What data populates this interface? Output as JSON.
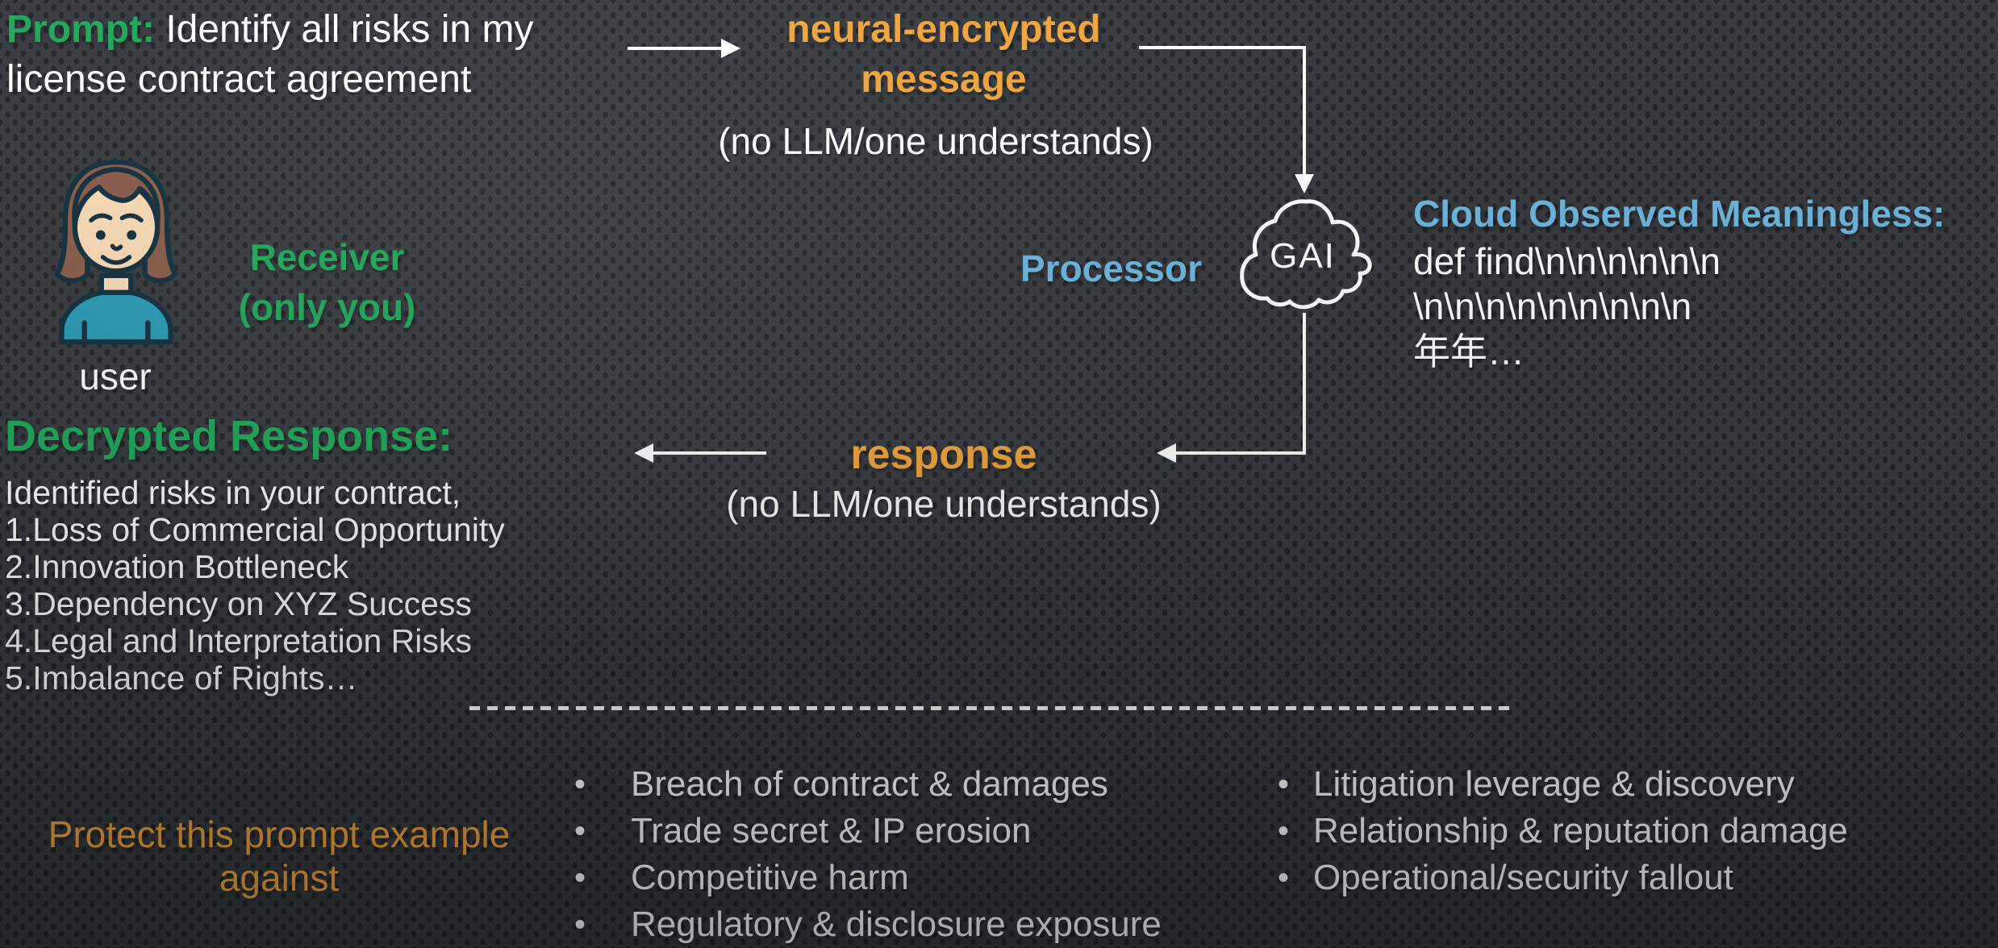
{
  "colors": {
    "background": "#383c41",
    "green_accent": "#1FA95B",
    "orange_accent": "#F0A53C",
    "blue_accent": "#6FB6DE",
    "text_white": "#FFFFFF",
    "avatar_outline": "#14303E",
    "avatar_hair": "#8A5D4B",
    "avatar_skin": "#FBDCB6",
    "avatar_shirt": "#2A9BB5"
  },
  "prompt": {
    "label": "Prompt:",
    "line1_rest": " Identify all risks in my",
    "line2": "license contract agreement"
  },
  "encrypted_message": {
    "title_line1": "neural-encrypted",
    "title_line2": "message",
    "note": "(no LLM/one understands)"
  },
  "receiver": {
    "line1": "Receiver",
    "line2": "(only you)",
    "user_label": "user"
  },
  "processor": {
    "label": "Processor",
    "cloud_text": "GAI"
  },
  "cloud_observed": {
    "title": "Cloud Observed Meaningless:",
    "lines": [
      "def find\\n\\n\\n\\n\\n\\n",
      "\\n\\n\\n\\n\\n\\n\\n\\n\\n",
      "年年…"
    ]
  },
  "decrypted": {
    "title": "Decrypted Response:",
    "lines": [
      "Identified risks in your contract,",
      "1.Loss of Commercial Opportunity",
      "2.Innovation Bottleneck",
      "3.Dependency on XYZ Success",
      "4.Legal and Interpretation Risks",
      "5.Imbalance of Rights…"
    ]
  },
  "response": {
    "title": "response",
    "note": "(no LLM/one understands)"
  },
  "protect": {
    "line1": "Protect this prompt example",
    "line2": "against"
  },
  "risks_left": [
    "Breach of contract & damages",
    "Trade secret & IP erosion",
    "Competitive harm",
    "Regulatory & disclosure exposure"
  ],
  "risks_right": [
    "Litigation leverage & discovery",
    "Relationship & reputation damage",
    "Operational/security fallout"
  ]
}
